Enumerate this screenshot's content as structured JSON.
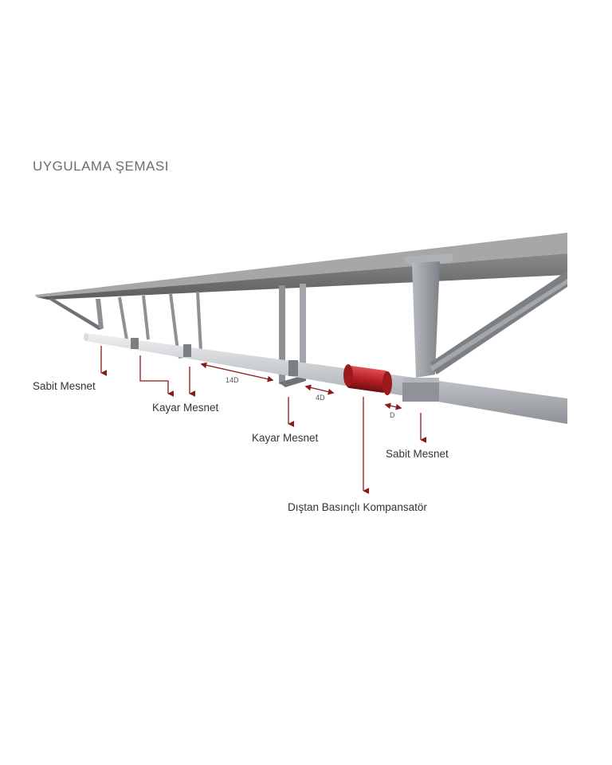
{
  "title": "UYGULAMA ŞEMASI",
  "labels": {
    "fixed_support_left": "Sabit Mesnet",
    "sliding_support_1": "Kayar Mesnet",
    "sliding_support_2": "Kayar Mesnet",
    "fixed_support_right": "Sabit Mesnet",
    "compensator": "Dıştan Basınçlı Kompansatör"
  },
  "dimensions": {
    "span_14d": "14D",
    "span_4d": "4D",
    "span_d": "D"
  },
  "colors": {
    "accent": "#8b1a1a",
    "compensator": "#c0262a",
    "ceiling": "#6a6a6a",
    "pipe": "#c9ccd0",
    "support": "#9a9ea3"
  }
}
